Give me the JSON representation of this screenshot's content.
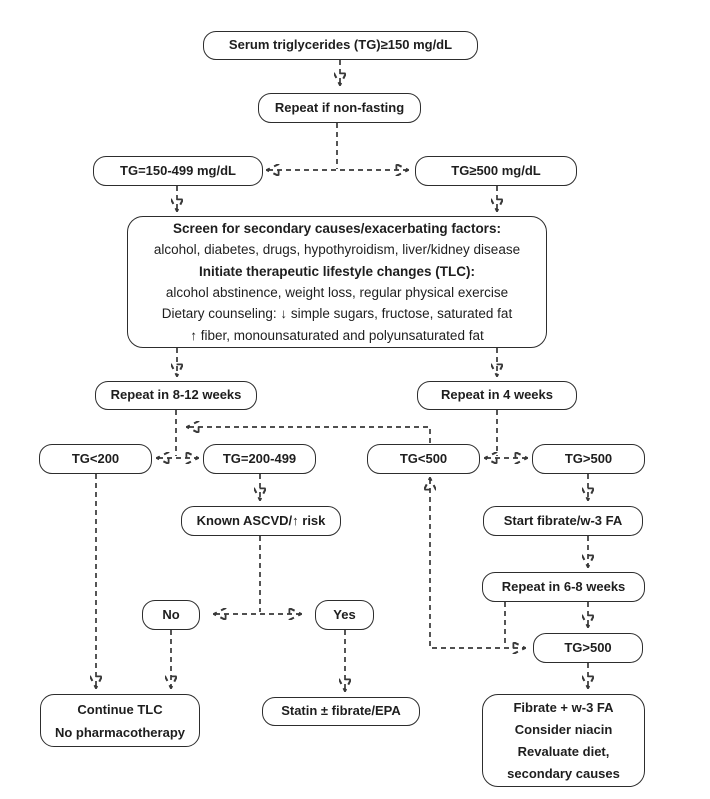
{
  "diagram": {
    "background": "#ffffff",
    "line_color": "#383838",
    "border_color": "#2d2d2d",
    "text_color": "#1e1e1e",
    "nodes": {
      "serum_tg": "Serum triglycerides (TG)≥150 mg/dL",
      "repeat_nonfasting": "Repeat if non-fasting",
      "tg_150_499": "TG=150-499 mg/dL",
      "tg_ge500": "TG≥500 mg/dL",
      "screen": {
        "l1": "Screen for secondary causes/exacerbating factors:",
        "l2": "alcohol, diabetes, drugs, hypothyroidism, liver/kidney disease",
        "l3": "Initiate therapeutic lifestyle changes (TLC):",
        "l4": "alcohol abstinence, weight loss, regular physical exercise",
        "l5": "Dietary counseling: ↓ simple sugars, fructose, saturated fat",
        "l6": "↑ fiber, monounsaturated and polyunsaturated fat"
      },
      "repeat_8_12": "Repeat in 8-12 weeks",
      "repeat_4": "Repeat in 4 weeks",
      "tg_lt200": "TG<200",
      "tg_200_499": "TG=200-499",
      "tg_lt500": "TG<500",
      "tg_gt500": "TG>500",
      "ascvd": "Known ASCVD/↑ risk",
      "no": "No",
      "yes": "Yes",
      "continue_tlc": {
        "l1": "Continue TLC",
        "l2": "No pharmacotherapy"
      },
      "statin": "Statin ± fibrate/EPA",
      "start_fibrate": "Start fibrate/w-3 FA",
      "repeat_6_8": "Repeat in 6-8 weeks",
      "tg_gt500_2": "TG>500",
      "fibrate_plus": {
        "l1": "Fibrate + w-3 FA",
        "l2": "Consider niacin",
        "l3": "Revaluate diet,",
        "l4": "secondary causes"
      }
    }
  }
}
